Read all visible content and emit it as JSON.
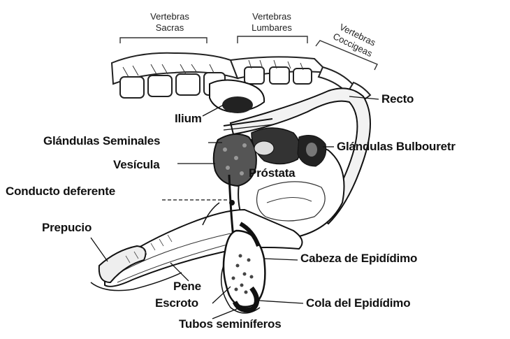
{
  "diagram": {
    "labels": {
      "vertebras_sacras": "Vertebras\nSacras",
      "vertebras_lumbares": "Vertebras\nLumbares",
      "vertebras_coccigeas": "Vertebras\nCoccigeas",
      "recto": "Recto",
      "ilium": "Ilium",
      "glandulas_seminales": "Glándulas Seminales",
      "glandulas_bulbouretrales": "Glándulas Bulbouretr",
      "vesicula": "Vesícula",
      "prostata": "Próstata",
      "conducto_deferente": "Conducto deferente",
      "prepucio": "Prepucio",
      "cabeza_epididimo": "Cabeza de Epidídimo",
      "pene": "Pene",
      "escroto": "Escroto",
      "cola_epididimo": "Cola del Epidídimo",
      "tubos_seminiferos": "Tubos seminíferos"
    }
  }
}
